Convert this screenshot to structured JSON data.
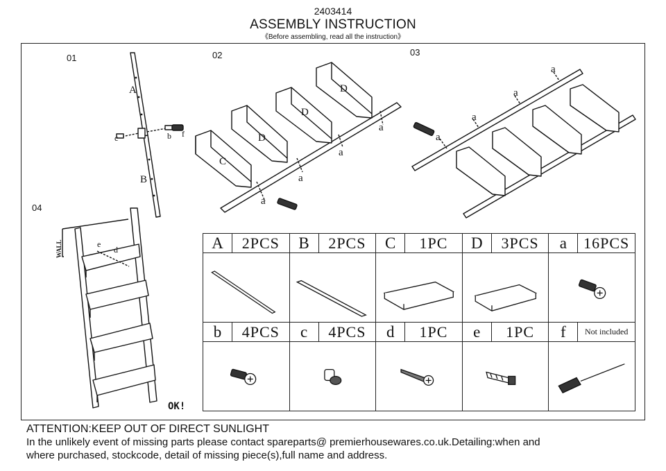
{
  "header": {
    "code": "2403414",
    "title": "ASSEMBLY INSTRUCTION",
    "subtitle": "《Before  assembling, read  all  the  instruction》"
  },
  "steps": [
    "01",
    "02",
    "03",
    "04"
  ],
  "diagram_labels": {
    "step1": [
      "A",
      "B",
      "c",
      "b",
      "f"
    ],
    "step2": [
      "C",
      "D",
      "D",
      "D",
      "a",
      "a",
      "a",
      "a"
    ],
    "step3": [
      "a",
      "a",
      "a",
      "a"
    ],
    "step4": [
      "e",
      "d"
    ],
    "wall": "WALL",
    "ok": "OK!"
  },
  "parts": {
    "row1": [
      {
        "code": "A",
        "qty": "2PCS",
        "icon": "ladder-rail-icon"
      },
      {
        "code": "B",
        "qty": "2PCS",
        "icon": "ladder-rail-icon"
      },
      {
        "code": "C",
        "qty": "1PC",
        "icon": "shelf-large-icon"
      },
      {
        "code": "D",
        "qty": "3PCS",
        "icon": "shelf-small-icon"
      },
      {
        "code": "a",
        "qty": "16PCS",
        "icon": "bolt-icon"
      }
    ],
    "row2": [
      {
        "code": "b",
        "qty": "4PCS",
        "icon": "bolt-icon"
      },
      {
        "code": "c",
        "qty": "4PCS",
        "icon": "barrel-nut-icon"
      },
      {
        "code": "d",
        "qty": "1PC",
        "icon": "wood-screw-icon"
      },
      {
        "code": "e",
        "qty": "1PC",
        "icon": "wall-plug-icon"
      },
      {
        "code": "f",
        "qty": "Not included",
        "icon": "screwdriver-icon"
      }
    ]
  },
  "footer": {
    "attention": "ATTENTION:KEEP OUT OF DIRECT SUNLIGHT",
    "line1": "In the unlikely event of missing parts please contact spareparts@ premierhousewares.co.uk.Detailing:when and",
    "line2": "where purchased, stockcode, detail of missing piece(s),full name and address."
  }
}
